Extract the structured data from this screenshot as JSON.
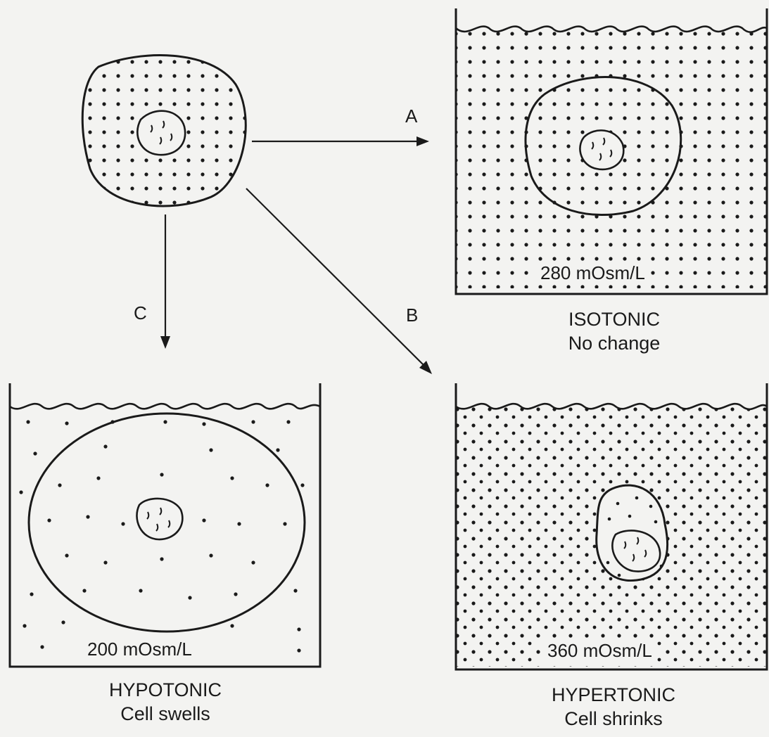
{
  "arrows": {
    "a": "A",
    "b": "B",
    "c": "C"
  },
  "isotonic": {
    "concentration": "280 mOsm/L",
    "title": "ISOTONIC",
    "subtitle": "No change"
  },
  "hypotonic": {
    "concentration": "200 mOsm/L",
    "title": "HYPOTONIC",
    "subtitle": "Cell swells"
  },
  "hypertonic": {
    "concentration": "360 mOsm/L",
    "title": "HYPERTONIC",
    "subtitle": "Cell shrinks"
  },
  "colors": {
    "ink": "#1a1a1a",
    "paper": "#f3f3f1"
  }
}
